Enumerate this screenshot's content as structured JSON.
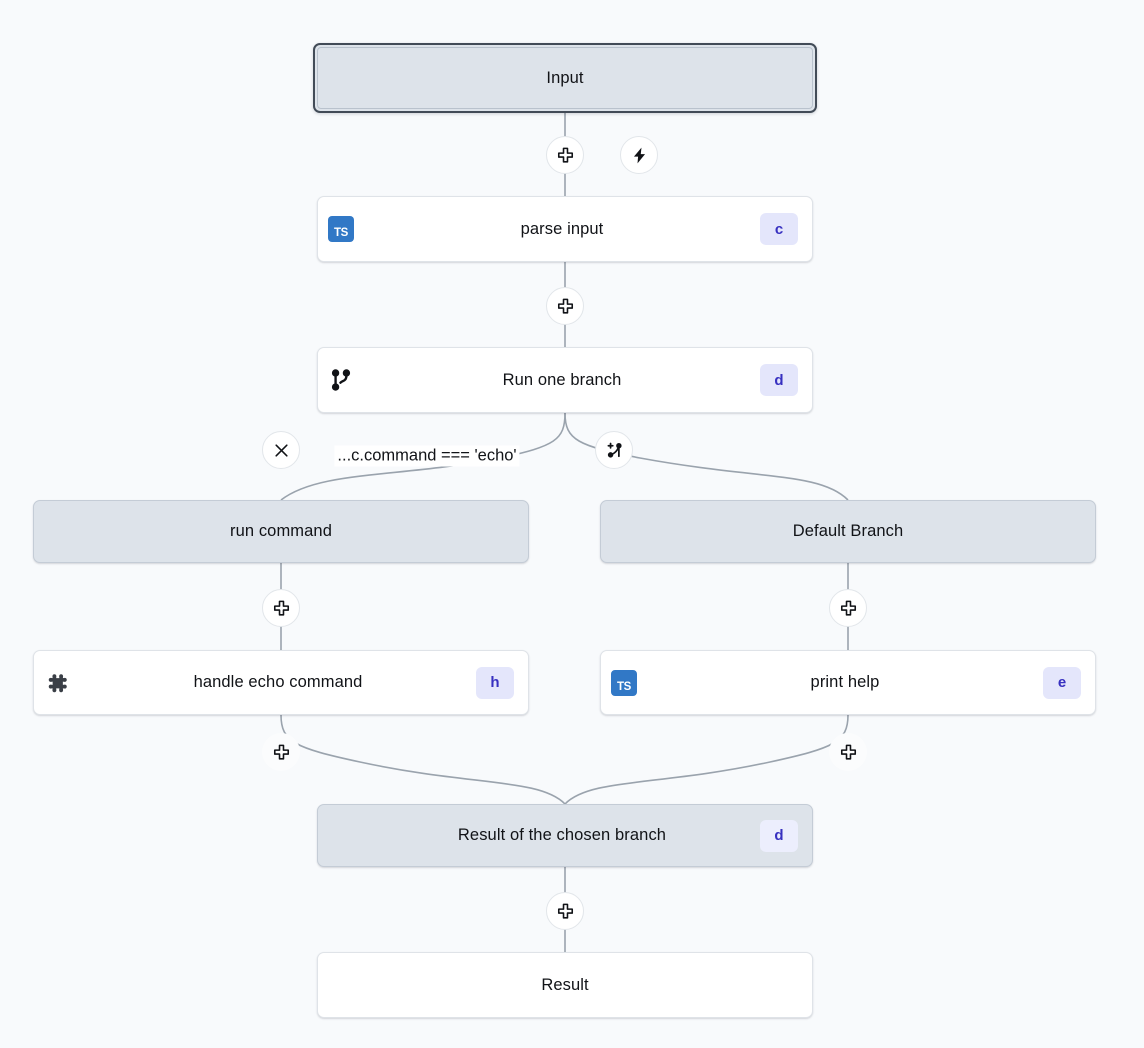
{
  "canvas": {
    "background_color": "#f8fafc",
    "edge_color": "#9aa3ad",
    "node_fill_io": "#dde3ea",
    "node_fill_step": "#ffffff",
    "badge_bg": "#e4e6fb",
    "badge_fg": "#3730c0",
    "ts_icon_color": "#3178c6",
    "selected_border_color": "#424b57"
  },
  "nodes": {
    "input": {
      "label": "Input",
      "type": "input",
      "selected": true
    },
    "parse_input": {
      "label": "parse input",
      "badge": "c",
      "icon": "typescript-icon"
    },
    "run_one_branch": {
      "label": "Run one branch",
      "badge": "d",
      "icon": "git-branch-icon"
    },
    "run_command": {
      "label": "run command",
      "type": "branch"
    },
    "default_branch": {
      "label": "Default Branch",
      "type": "branch"
    },
    "handle_echo": {
      "label": "handle echo command",
      "badge": "h",
      "icon": "puzzle-piece-icon"
    },
    "print_help": {
      "label": "print help",
      "badge": "e",
      "icon": "typescript-icon"
    },
    "merge_result": {
      "label": "Result of the chosen branch",
      "badge": "d"
    },
    "result": {
      "label": "Result",
      "type": "output"
    }
  },
  "edge_labels": {
    "branch_condition": "...c.command === 'echo'"
  },
  "buttons": {
    "add_step_after_input": "add-step",
    "trigger": "lightning-bolt",
    "add_step_after_parse": "add-step",
    "remove_branch": "close",
    "add_branch": "git-branch-plus",
    "add_step_left_branch": "add-step",
    "add_step_right_branch": "add-step",
    "add_step_left_merge": "add-step",
    "add_step_right_merge": "add-step",
    "add_step_before_result": "add-step"
  }
}
